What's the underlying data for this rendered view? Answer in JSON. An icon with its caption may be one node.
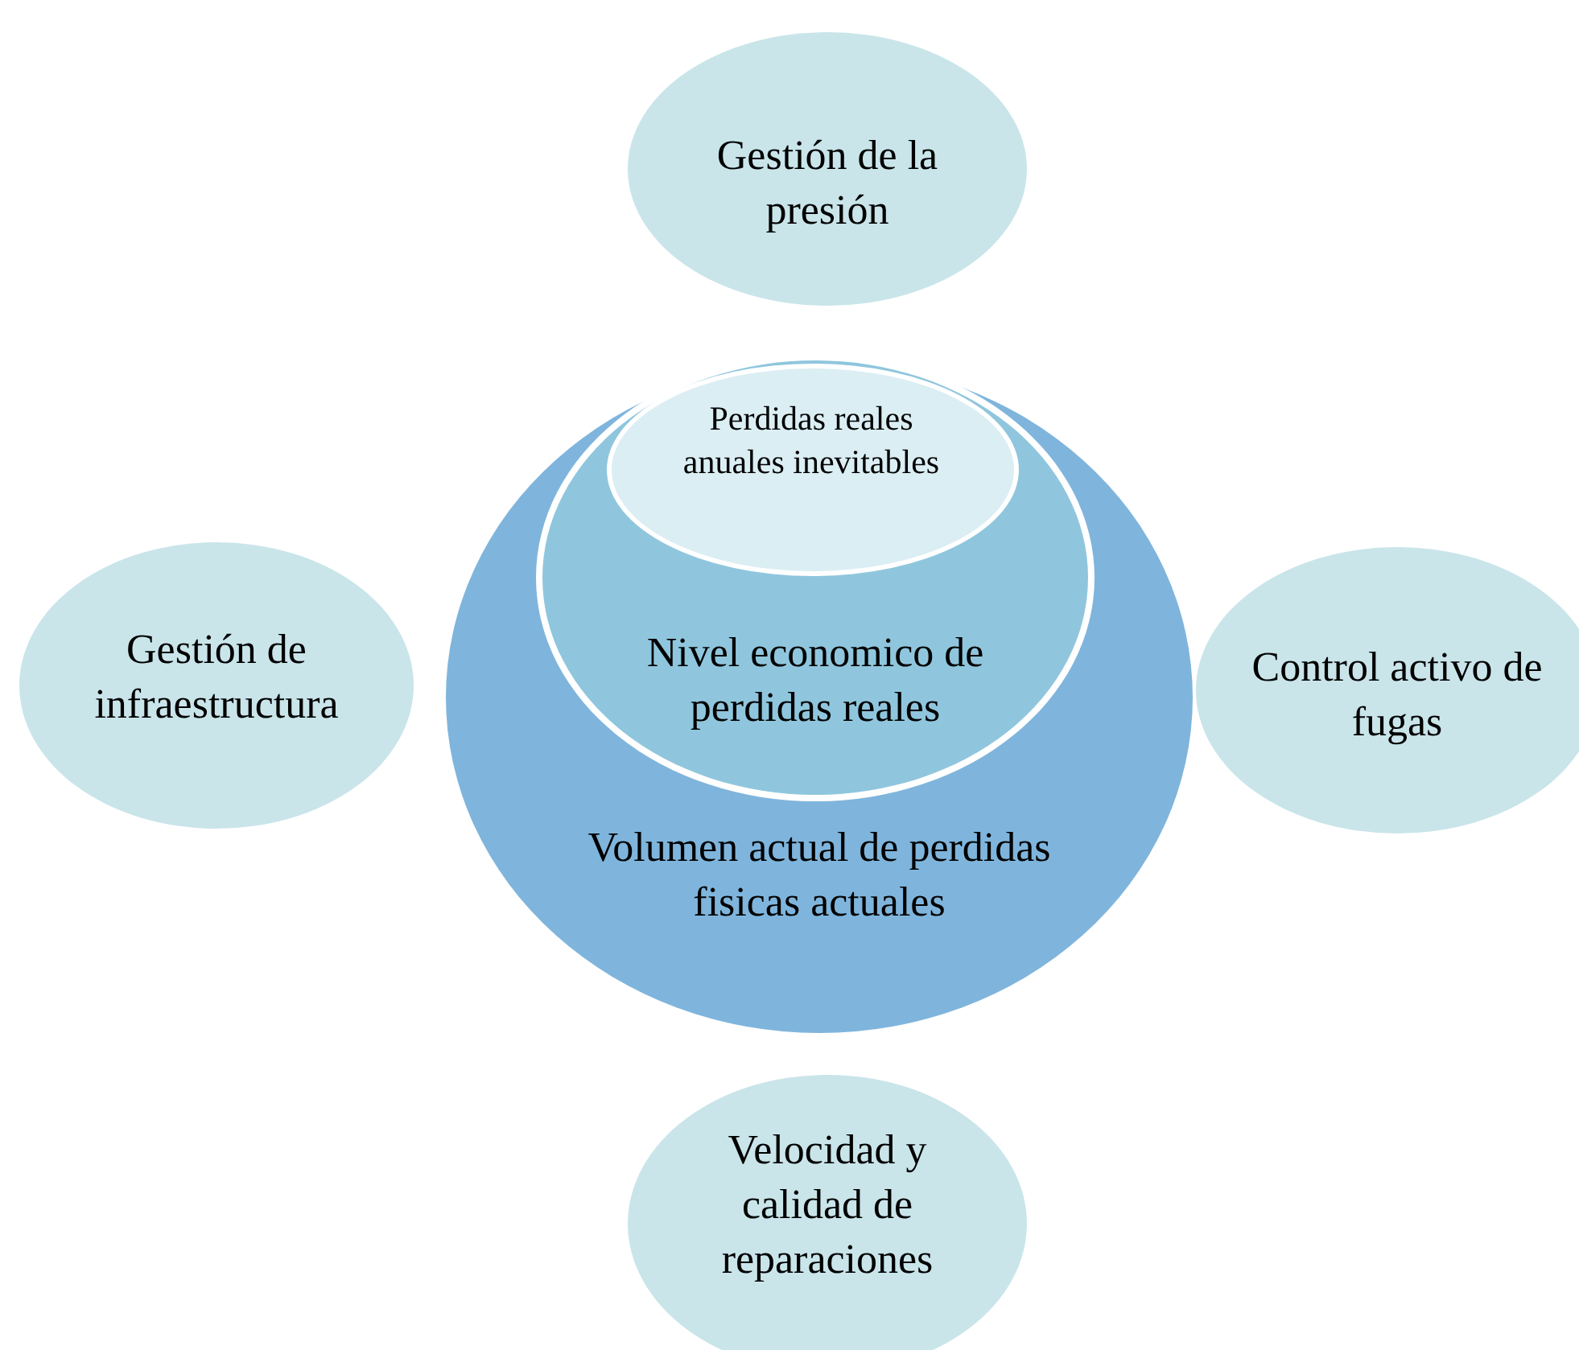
{
  "diagram": {
    "nodes": [
      {
        "text": [
          "Gestión de la presión"
        ]
      },
      {
        "text": [
          "Volumen actual de perdidas fisicas actuales"
        ]
      },
      {
        "text": [
          "Nivel economico de perdidas reales"
        ],
        "in": 1
      },
      {
        "text": [
          "Perdidas reales anuales inevitables"
        ],
        "in": 2
      },
      {
        "text": [
          "Gestión de infraestructura"
        ]
      },
      {
        "text": [
          "Control activo de fugas"
        ]
      },
      {
        "text": [
          "Velocidad y calidad de reparaciones"
        ]
      }
    ]
  }
}
